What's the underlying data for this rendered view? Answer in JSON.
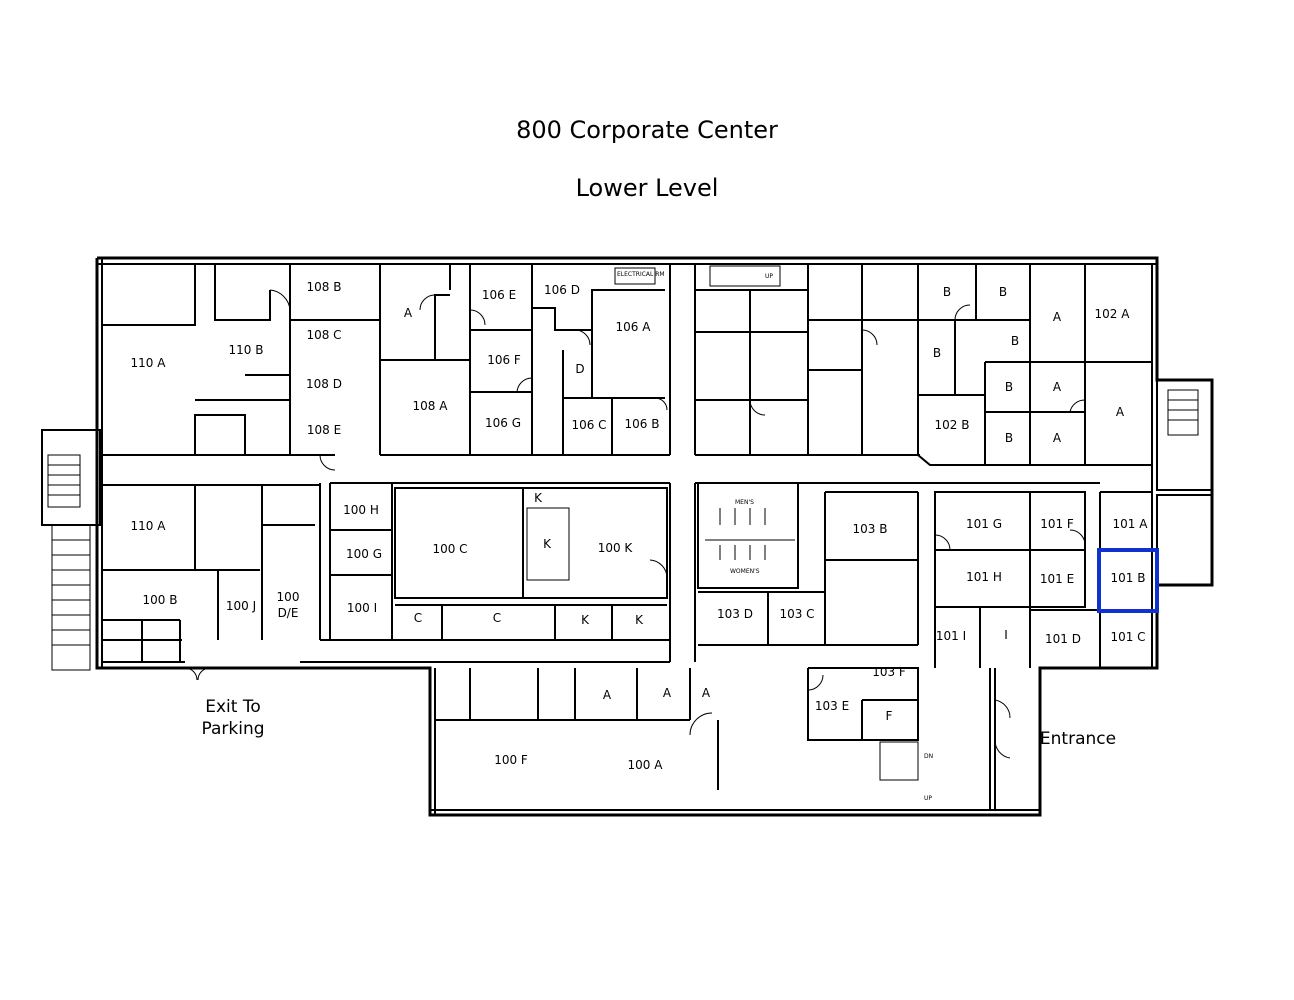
{
  "title": "800 Corporate Center",
  "subtitle": "Lower Level",
  "highlight_color": "#1030d0",
  "highlighted_room": "101 B",
  "annotations": {
    "exit_line1": "Exit To",
    "exit_line2": "Parking",
    "entrance": "Entrance",
    "electrical": "ELECTRICAL RM",
    "mens": "MEN'S",
    "womens": "WOMEN'S",
    "stair_up": "UP",
    "stair_dn": "DN"
  },
  "rooms": [
    {
      "id": "110A-top",
      "label": "110 A"
    },
    {
      "id": "110B",
      "label": "110 B"
    },
    {
      "id": "108B",
      "label": "108 B"
    },
    {
      "id": "108C",
      "label": "108 C"
    },
    {
      "id": "108D",
      "label": "108 D"
    },
    {
      "id": "108E",
      "label": "108 E"
    },
    {
      "id": "A-108",
      "label": "A"
    },
    {
      "id": "108A",
      "label": "108 A"
    },
    {
      "id": "106E",
      "label": "106 E"
    },
    {
      "id": "106D",
      "label": "106 D"
    },
    {
      "id": "106A",
      "label": "106 A"
    },
    {
      "id": "106F",
      "label": "106 F"
    },
    {
      "id": "D-106",
      "label": "D"
    },
    {
      "id": "106G",
      "label": "106 G"
    },
    {
      "id": "106C",
      "label": "106 C"
    },
    {
      "id": "106B",
      "label": "106 B"
    },
    {
      "id": "B1-102",
      "label": "B"
    },
    {
      "id": "B2-102",
      "label": "B"
    },
    {
      "id": "A1-102",
      "label": "A"
    },
    {
      "id": "102A",
      "label": "102 A"
    },
    {
      "id": "B3-102",
      "label": "B"
    },
    {
      "id": "B4-102",
      "label": "B"
    },
    {
      "id": "B5-102",
      "label": "B"
    },
    {
      "id": "A2-102",
      "label": "A"
    },
    {
      "id": "A3-102",
      "label": "A"
    },
    {
      "id": "102B",
      "label": "102 B"
    },
    {
      "id": "B6-102",
      "label": "B"
    },
    {
      "id": "A4-102",
      "label": "A"
    },
    {
      "id": "110A-bottom",
      "label": "110 A"
    },
    {
      "id": "100H",
      "label": "100 H"
    },
    {
      "id": "100C",
      "label": "100 C"
    },
    {
      "id": "K1",
      "label": "K"
    },
    {
      "id": "K2",
      "label": "K"
    },
    {
      "id": "100K",
      "label": "100 K"
    },
    {
      "id": "100G",
      "label": "100 G"
    },
    {
      "id": "100B",
      "label": "100 B"
    },
    {
      "id": "100J",
      "label": "100 J"
    },
    {
      "id": "100DE-1",
      "label": "100"
    },
    {
      "id": "100DE-2",
      "label": "D/E"
    },
    {
      "id": "100I",
      "label": "100 I"
    },
    {
      "id": "C1",
      "label": "C"
    },
    {
      "id": "C2",
      "label": "C"
    },
    {
      "id": "K3",
      "label": "K"
    },
    {
      "id": "K4",
      "label": "K"
    },
    {
      "id": "103B",
      "label": "103 B"
    },
    {
      "id": "101G",
      "label": "101 G"
    },
    {
      "id": "101F",
      "label": "101 F"
    },
    {
      "id": "101A",
      "label": "101 A"
    },
    {
      "id": "101H",
      "label": "101 H"
    },
    {
      "id": "101E",
      "label": "101 E"
    },
    {
      "id": "101B",
      "label": "101 B"
    },
    {
      "id": "103D",
      "label": "103 D"
    },
    {
      "id": "103C",
      "label": "103 C"
    },
    {
      "id": "101I",
      "label": "101 I"
    },
    {
      "id": "I",
      "label": "I"
    },
    {
      "id": "101D",
      "label": "101 D"
    },
    {
      "id": "101C",
      "label": "101 C"
    },
    {
      "id": "103F",
      "label": "103 F"
    },
    {
      "id": "103E",
      "label": "103 E"
    },
    {
      "id": "F",
      "label": "F"
    },
    {
      "id": "A-100a",
      "label": "A"
    },
    {
      "id": "A-100b",
      "label": "A"
    },
    {
      "id": "A-100c",
      "label": "A"
    },
    {
      "id": "100F",
      "label": "100 F"
    },
    {
      "id": "100A",
      "label": "100 A"
    }
  ]
}
